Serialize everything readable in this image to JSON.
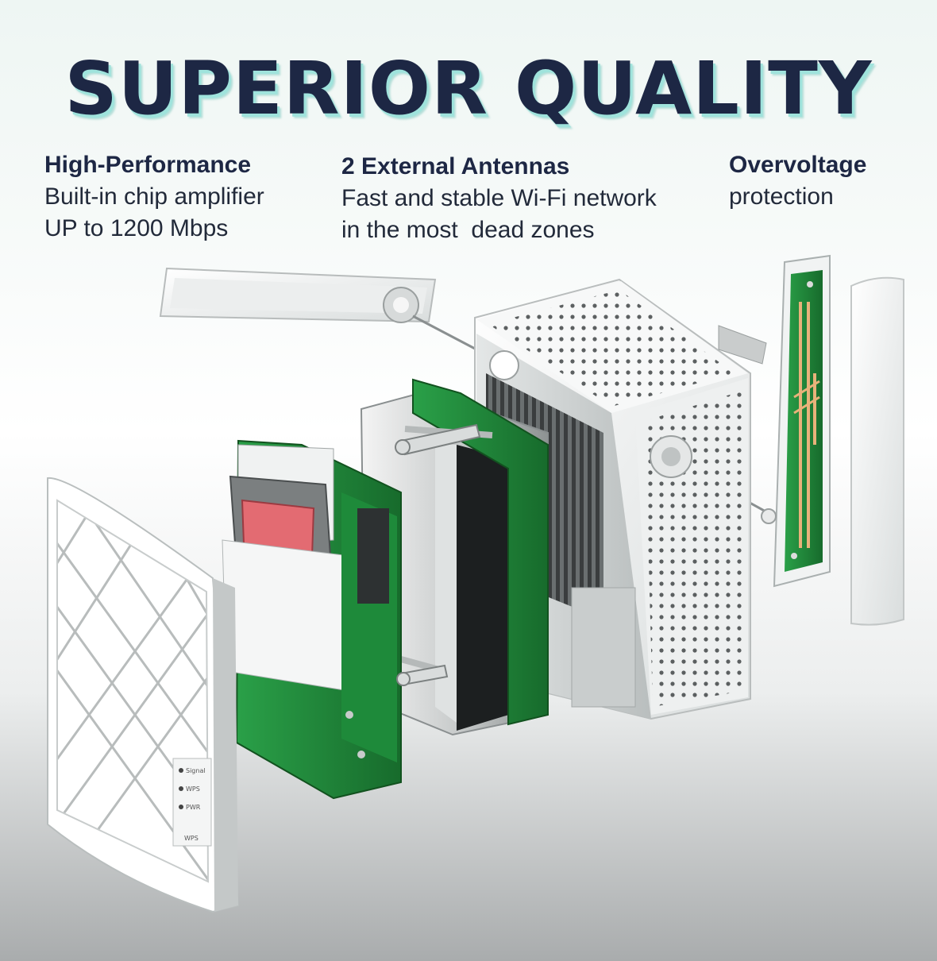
{
  "headline": "SUPERIOR QUALITY",
  "features": [
    {
      "title": "High-Performance",
      "lines": [
        "Built-in chip amplifier",
        "UP to 1200 Mbps"
      ]
    },
    {
      "title": "2 External Antennas",
      "lines": [
        "Fast and stable Wi-Fi network",
        "in the most  dead zones"
      ]
    },
    {
      "title": "Overvoltage",
      "lines": [
        "protection"
      ]
    }
  ],
  "front_panel_labels": [
    "Signal",
    "WPS",
    "PWR",
    "WPS"
  ],
  "colors": {
    "headline": "#1d2744",
    "headline_shadow": "#9fe3dc",
    "pcb_green": "#1f8a3a",
    "heatsink_pad": "#e36b72",
    "enclosure": "#f2f4f4"
  }
}
